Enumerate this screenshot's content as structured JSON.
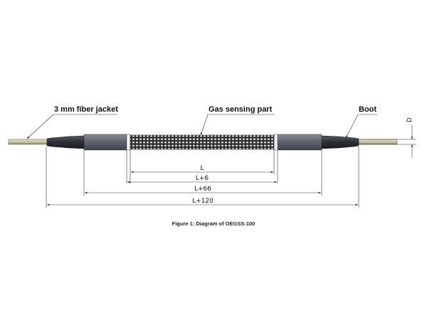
{
  "labels": {
    "fiber_jacket": "3 mm fiber jacket",
    "gas_sensing": "Gas sensing part",
    "boot": "Boot",
    "diameter": "D"
  },
  "dimensions": {
    "d1": "L",
    "d2": "L+6",
    "d3": "L+66",
    "d4": "L+120"
  },
  "caption": "Figure 1: Diagram of OEGSS-100",
  "colors": {
    "fiber": "#c8c6a6",
    "sleeve": "#5f6470",
    "boot": "#2d2f35",
    "mesh": "#3a3a3a",
    "line": "#333333"
  }
}
